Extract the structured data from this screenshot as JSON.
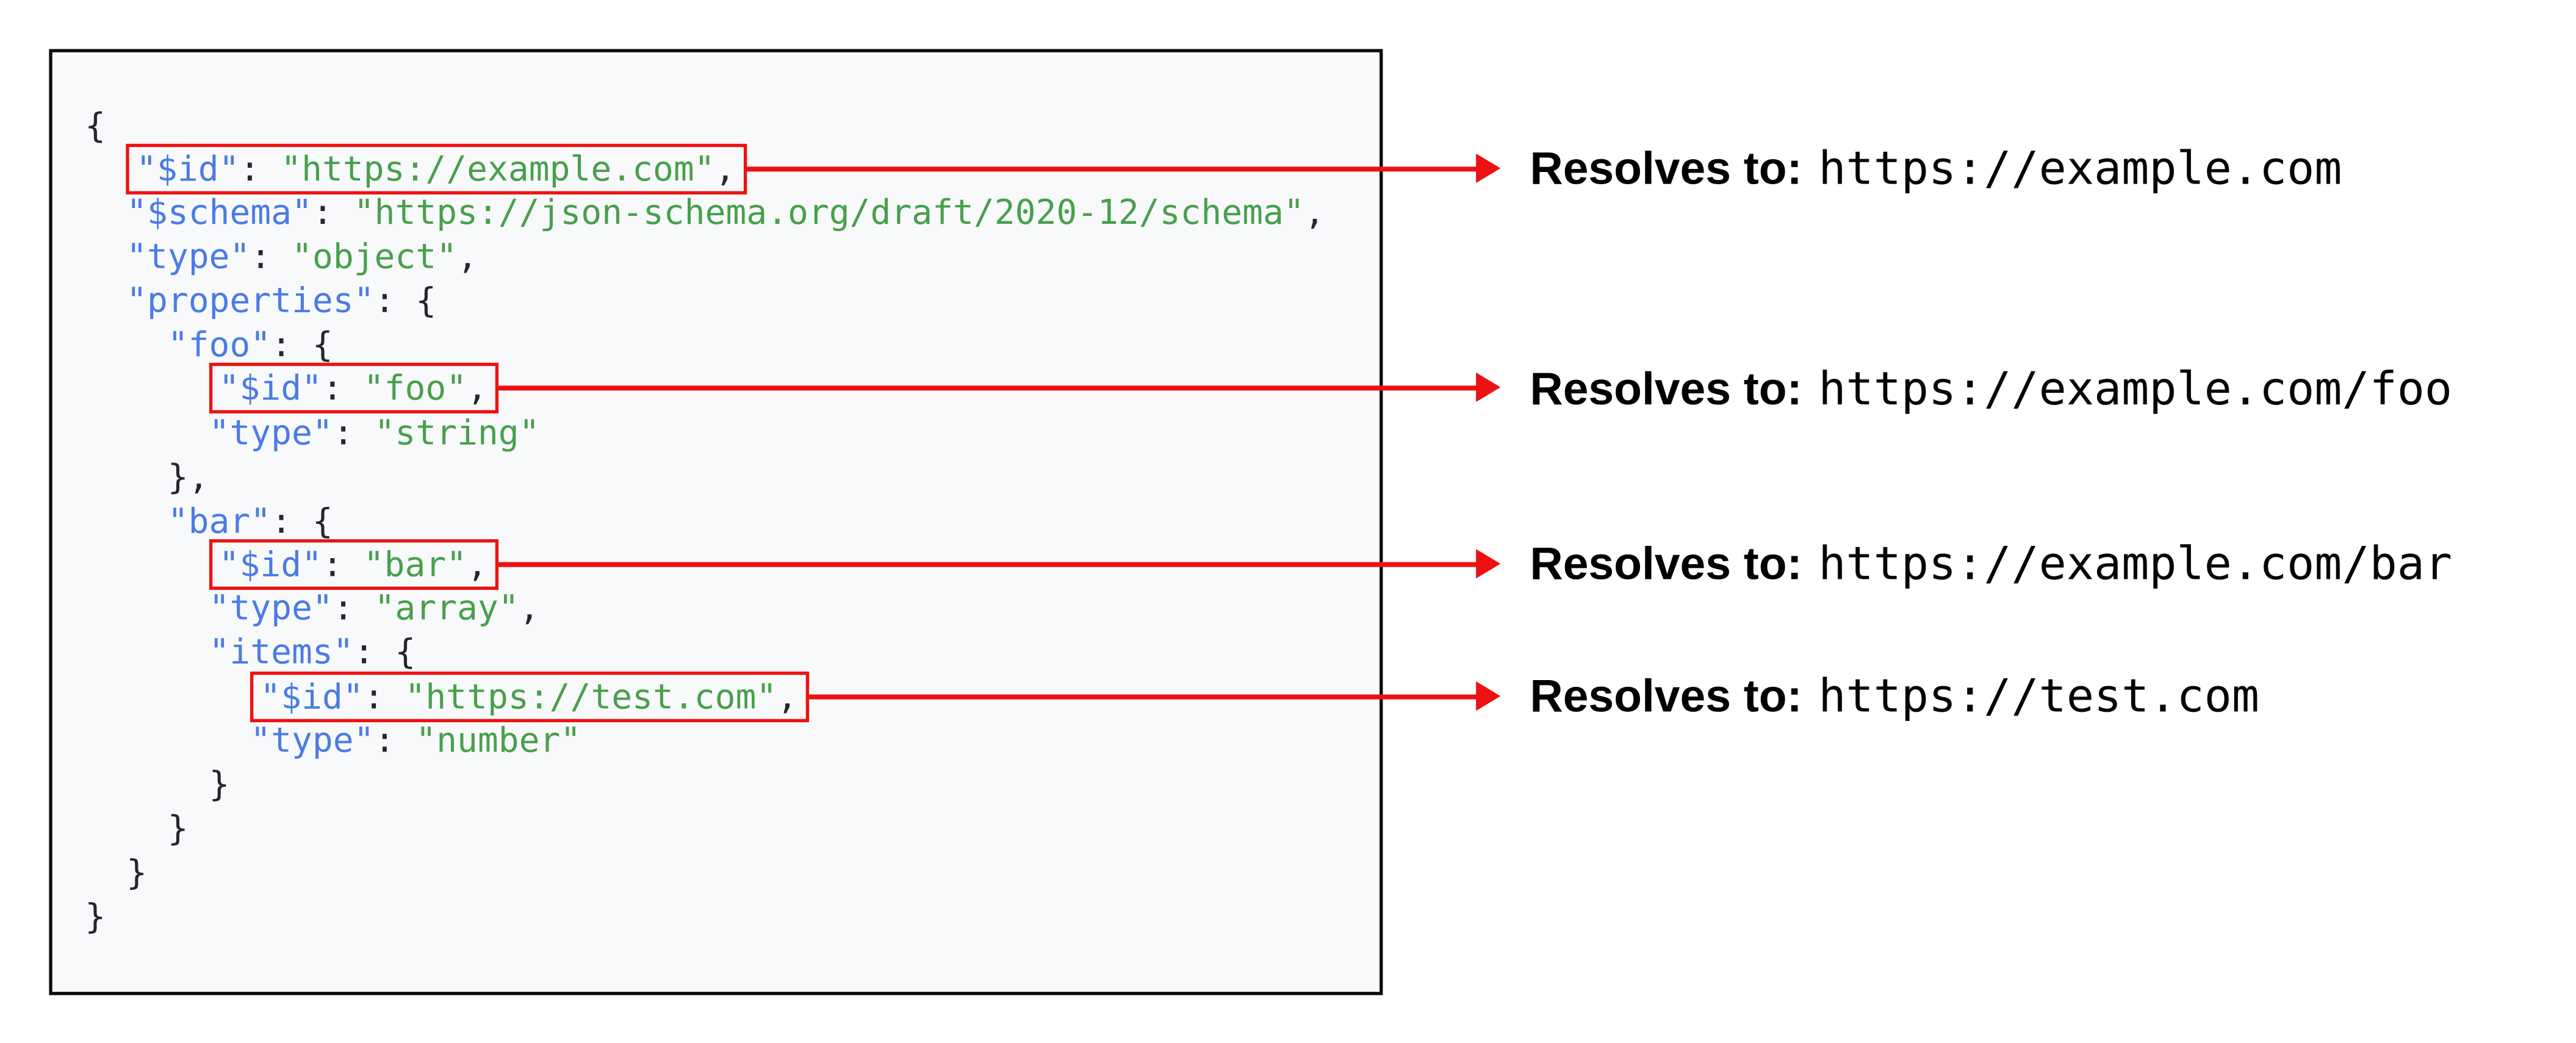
{
  "canvas": {
    "background": "#ffffff"
  },
  "code_panel": {
    "background": "#f8f9fa",
    "border_color": "#0b0b0b",
    "highlight_color": "#ee1111",
    "token_colors": {
      "key": "#4a7ce4",
      "str": "#48a04c",
      "punc": "#24262b"
    },
    "language": "json",
    "lines": [
      {
        "indent": "",
        "tokens": [
          [
            "punc",
            "{"
          ]
        ]
      },
      {
        "indent": "  ",
        "boxed": true,
        "ann": 0,
        "tokens": [
          [
            "key",
            "\"$id\""
          ],
          [
            "punc",
            ": "
          ],
          [
            "str",
            "\"https://example.com\""
          ],
          [
            "punc",
            ","
          ]
        ]
      },
      {
        "indent": "  ",
        "tokens": [
          [
            "key",
            "\"$schema\""
          ],
          [
            "punc",
            ": "
          ],
          [
            "str",
            "\"https://json-schema.org/draft/2020-12/schema\""
          ],
          [
            "punc",
            ","
          ]
        ]
      },
      {
        "indent": "  ",
        "tokens": [
          [
            "key",
            "\"type\""
          ],
          [
            "punc",
            ": "
          ],
          [
            "str",
            "\"object\""
          ],
          [
            "punc",
            ","
          ]
        ]
      },
      {
        "indent": "  ",
        "tokens": [
          [
            "key",
            "\"properties\""
          ],
          [
            "punc",
            ": {"
          ]
        ]
      },
      {
        "indent": "    ",
        "tokens": [
          [
            "key",
            "\"foo\""
          ],
          [
            "punc",
            ": {"
          ]
        ]
      },
      {
        "indent": "      ",
        "boxed": true,
        "ann": 1,
        "tokens": [
          [
            "key",
            "\"$id\""
          ],
          [
            "punc",
            ": "
          ],
          [
            "str",
            "\"foo\""
          ],
          [
            "punc",
            ","
          ]
        ]
      },
      {
        "indent": "      ",
        "tokens": [
          [
            "key",
            "\"type\""
          ],
          [
            "punc",
            ": "
          ],
          [
            "str",
            "\"string\""
          ]
        ]
      },
      {
        "indent": "    ",
        "tokens": [
          [
            "punc",
            "},"
          ]
        ]
      },
      {
        "indent": "    ",
        "tokens": [
          [
            "key",
            "\"bar\""
          ],
          [
            "punc",
            ": {"
          ]
        ]
      },
      {
        "indent": "      ",
        "boxed": true,
        "ann": 2,
        "tokens": [
          [
            "key",
            "\"$id\""
          ],
          [
            "punc",
            ": "
          ],
          [
            "str",
            "\"bar\""
          ],
          [
            "punc",
            ","
          ]
        ]
      },
      {
        "indent": "      ",
        "tokens": [
          [
            "key",
            "\"type\""
          ],
          [
            "punc",
            ": "
          ],
          [
            "str",
            "\"array\""
          ],
          [
            "punc",
            ","
          ]
        ]
      },
      {
        "indent": "      ",
        "tokens": [
          [
            "key",
            "\"items\""
          ],
          [
            "punc",
            ": {"
          ]
        ]
      },
      {
        "indent": "        ",
        "boxed": true,
        "ann": 3,
        "tokens": [
          [
            "key",
            "\"$id\""
          ],
          [
            "punc",
            ": "
          ],
          [
            "str",
            "\"https://test.com\""
          ],
          [
            "punc",
            ","
          ]
        ]
      },
      {
        "indent": "        ",
        "tokens": [
          [
            "key",
            "\"type\""
          ],
          [
            "punc",
            ": "
          ],
          [
            "str",
            "\"number\""
          ]
        ]
      },
      {
        "indent": "      ",
        "tokens": [
          [
            "punc",
            "}"
          ]
        ]
      },
      {
        "indent": "    ",
        "tokens": [
          [
            "punc",
            "}"
          ]
        ]
      },
      {
        "indent": "  ",
        "tokens": [
          [
            "punc",
            "}"
          ]
        ]
      },
      {
        "indent": "",
        "tokens": [
          [
            "punc",
            "}"
          ]
        ]
      }
    ]
  },
  "annotations": {
    "arrow_color": "#ee1111",
    "items": [
      {
        "label": "Resolves to:",
        "value": "https://example.com"
      },
      {
        "label": "Resolves to:",
        "value": "https://example.com/foo"
      },
      {
        "label": "Resolves to:",
        "value": "https://example.com/bar"
      },
      {
        "label": "Resolves to:",
        "value": "https://test.com"
      }
    ]
  }
}
